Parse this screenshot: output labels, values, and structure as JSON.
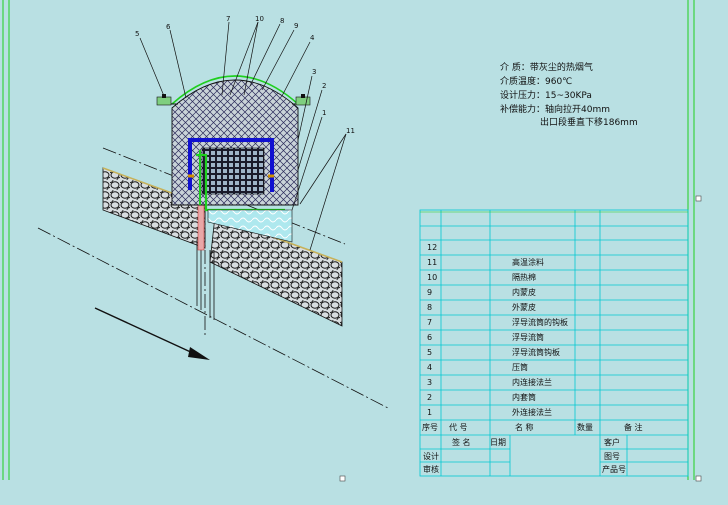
{
  "notes": {
    "medium": "介      质：带灰尘的热烟气",
    "temperature": "介质温度：960℃",
    "pressure": "设计压力：15~30KPa",
    "compensation": "补偿能力：轴向拉开40mm",
    "offset": "出口段垂直下移186mm"
  },
  "callouts": [
    "5",
    "6",
    "7",
    "10",
    "8",
    "9",
    "4",
    "3",
    "2",
    "1",
    "11"
  ],
  "parts": [
    {
      "no": "12",
      "name": ""
    },
    {
      "no": "11",
      "name": "高温涂料"
    },
    {
      "no": "10",
      "name": "隔热棉"
    },
    {
      "no": "9",
      "name": "内蒙皮"
    },
    {
      "no": "8",
      "name": "外蒙皮"
    },
    {
      "no": "7",
      "name": "浮导流筒的钩板"
    },
    {
      "no": "6",
      "name": "浮导流筒"
    },
    {
      "no": "5",
      "name": "浮导流筒钩板"
    },
    {
      "no": "4",
      "name": "压筒"
    },
    {
      "no": "3",
      "name": "内连接法兰"
    },
    {
      "no": "2",
      "name": "内套筒"
    },
    {
      "no": "1",
      "name": "外连接法兰"
    }
  ],
  "header": {
    "seq": "序号",
    "code": "代  号",
    "name": "名    称",
    "qty": "数量",
    "remark": "备    注"
  },
  "title_block": {
    "sign": "签 名",
    "date": "日期",
    "design": "设计",
    "review": "审核",
    "customer": "客户",
    "drawing_no": "图号",
    "product_no": "产品号"
  },
  "colors": {
    "background": "#b9e0e3",
    "grid": "#00c8d2",
    "insulation": "#1f1f8c",
    "green": "#1fcf1f",
    "blue": "#1010d0"
  }
}
